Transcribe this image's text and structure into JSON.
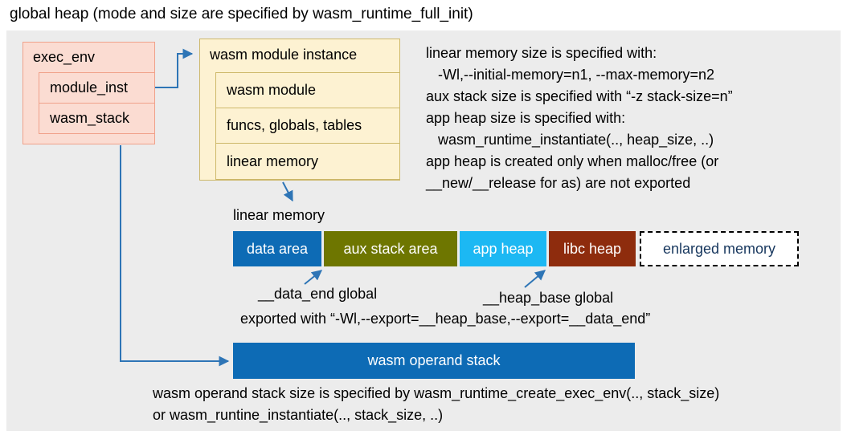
{
  "title": "global heap (mode and size are specified by wasm_runtime_full_init)",
  "exec_env": {
    "header": "exec_env",
    "items": [
      "module_inst",
      "wasm_stack"
    ]
  },
  "module_instance": {
    "header": "wasm module instance",
    "items": [
      "wasm module",
      "funcs, globals, tables",
      "linear memory"
    ]
  },
  "notes_top": [
    "linear memory size is specified with:",
    "   -Wl,--initial-memory=n1, --max-memory=n2",
    "aux stack size is specified with “-z stack-size=n”",
    "app heap size is specified with:",
    "   wasm_runtime_instantiate(.., heap_size, ..)",
    "app heap is created only when malloc/free (or",
    "__new/__release for as) are not exported"
  ],
  "linear_memory_label": "linear memory",
  "memory_bar": {
    "segments": [
      {
        "label": "data area",
        "color": "#0d6bb5",
        "text_color": "#ffffff"
      },
      {
        "label": "aux stack area",
        "color": "#6e7600",
        "text_color": "#ffffff"
      },
      {
        "label": "app heap",
        "color": "#1cb8f3",
        "text_color": "#ffffff"
      },
      {
        "label": "libc heap",
        "color": "#8e2c0d",
        "text_color": "#ffffff"
      },
      {
        "label": "enlarged memory",
        "color": "#ffffff",
        "text_color": "#17375e",
        "dashed": true
      }
    ]
  },
  "annotations": {
    "data_end": "__data_end global",
    "heap_base": "__heap_base global",
    "exported": "exported with “-Wl,--export=__heap_base,--export=__data_end”"
  },
  "operand_stack": {
    "label": "wasm operand stack"
  },
  "notes_bottom": [
    "wasm operand stack size is specified by wasm_runtime_create_exec_env(.., stack_size)",
    "or wasm_runtine_instantiate(.., stack_size, ..)"
  ],
  "colors": {
    "stage_background": "#ececec",
    "pink_fill": "#fbdcd2",
    "pink_border": "#f0a18a",
    "yellow_fill": "#fdf2d2",
    "yellow_border": "#cdb86a",
    "arrow_blue": "#2e75b6",
    "operand_stack_blue": "#0d6bb5"
  }
}
